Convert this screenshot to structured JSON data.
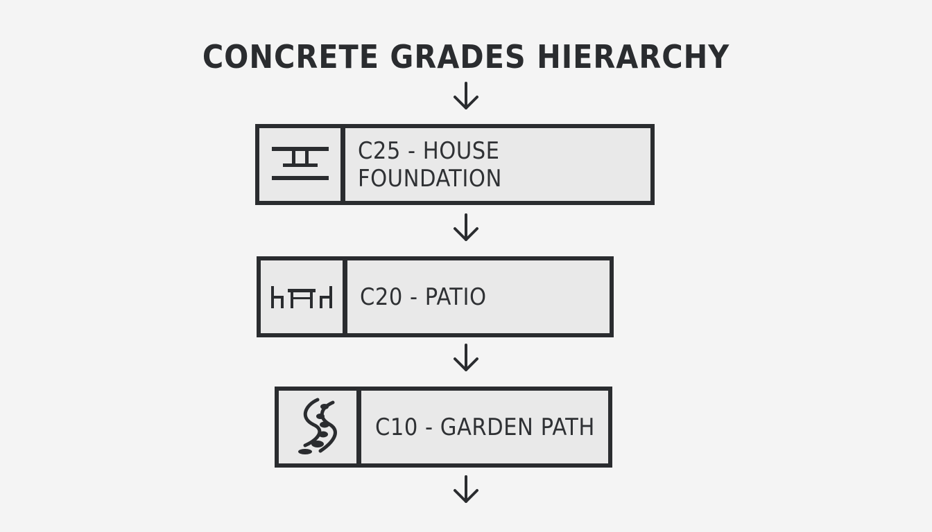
{
  "title": "CONCRETE GRADES HIERARCHY",
  "levels": [
    {
      "label": "C25 - HOUSE FOUNDATION",
      "icon": "foundation-icon"
    },
    {
      "label": "C20 - PATIO",
      "icon": "patio-furniture-icon"
    },
    {
      "label": "C10 - GARDEN PATH",
      "icon": "garden-path-icon"
    }
  ],
  "colors": {
    "background": "#f4f4f4",
    "box_fill": "#e9e9e9",
    "stroke": "#2a2c2f",
    "text": "#2f3134"
  }
}
